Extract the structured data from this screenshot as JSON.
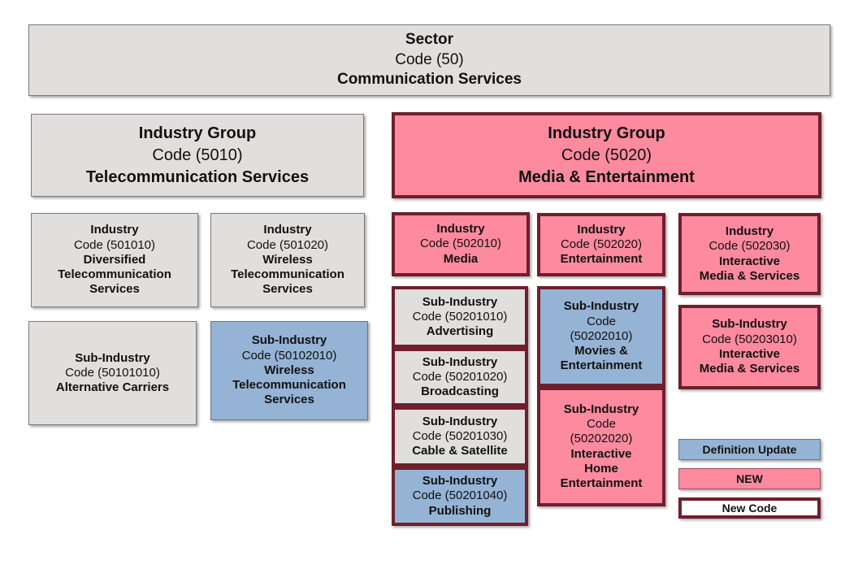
{
  "sector": {
    "title": "Sector",
    "code": "Code (50)",
    "name": "Communication Services"
  },
  "ig_5010": {
    "title": "Industry Group",
    "code": "Code (5010)",
    "name": "Telecommunication Services"
  },
  "ig_5020": {
    "title": "Industry Group",
    "code": "Code (5020)",
    "name": "Media & Entertainment"
  },
  "ind_501010": {
    "title": "Industry",
    "code": "Code (501010)",
    "name_l1": "Diversified",
    "name_l2": "Telecommunication",
    "name_l3": "Services"
  },
  "ind_501020": {
    "title": "Industry",
    "code": "Code (501020)",
    "name_l1": "Wireless",
    "name_l2": "Telecommunication",
    "name_l3": "Services"
  },
  "ind_502010": {
    "title": "Industry",
    "code": "Code (502010)",
    "name": "Media"
  },
  "ind_502020": {
    "title": "Industry",
    "code": "Code (502020)",
    "name": "Entertainment"
  },
  "ind_502030": {
    "title": "Industry",
    "code": "Code (502030)",
    "name_l1": "Interactive",
    "name_l2": "Media & Services"
  },
  "sub_50101010": {
    "title": "Sub-Industry",
    "code": "Code (50101010)",
    "name": "Alternative Carriers"
  },
  "sub_50102010": {
    "title": "Sub-Industry",
    "code": "Code (50102010)",
    "name_l1": "Wireless",
    "name_l2": "Telecommunication",
    "name_l3": "Services"
  },
  "sub_50201010": {
    "title": "Sub-Industry",
    "code": "Code (50201010)",
    "name": "Advertising"
  },
  "sub_50201020": {
    "title": "Sub-Industry",
    "code": "Code (50201020)",
    "name": "Broadcasting"
  },
  "sub_50201030": {
    "title": "Sub-Industry",
    "code": "Code (50201030)",
    "name": "Cable & Satellite"
  },
  "sub_50201040": {
    "title": "Sub-Industry",
    "code": "Code (50201040)",
    "name": "Publishing"
  },
  "sub_50202010": {
    "title": "Sub-Industry",
    "code_l1": "Code",
    "code_l2": "(50202010)",
    "name_l1": "Movies &",
    "name_l2": "Entertainment"
  },
  "sub_50202020": {
    "title": "Sub-Industry",
    "code_l1": "Code",
    "code_l2": "(50202020)",
    "name_l1": "Interactive",
    "name_l2": "Home",
    "name_l3": "Entertainment"
  },
  "sub_50203010": {
    "title": "Sub-Industry",
    "code": "Code (50203010)",
    "name_l1": "Interactive",
    "name_l2": "Media & Services"
  },
  "legend": {
    "definition_update": "Definition Update",
    "new": "NEW",
    "new_code": "New Code"
  },
  "colors": {
    "gray": "#e1dfde",
    "pink": "#fe8a9f",
    "blue": "#95b3d4",
    "dark_red_border": "#6f1f2d"
  }
}
